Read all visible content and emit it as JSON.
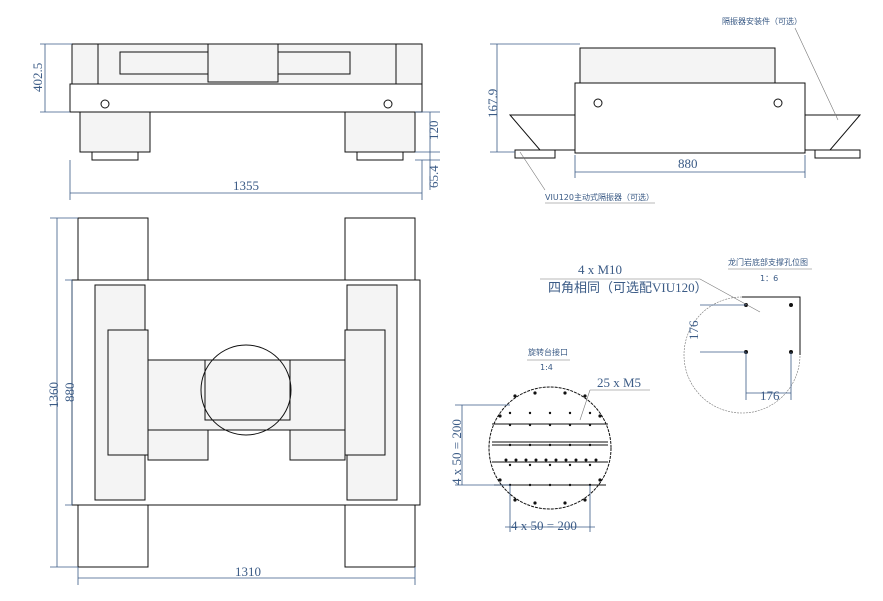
{
  "front_view": {
    "dim_height": "402.5",
    "dim_isolator_height": "120",
    "dim_foot_height": "65.4",
    "dim_width": "1355"
  },
  "side_view": {
    "dim_height": "167.9",
    "dim_width": "880",
    "note_adapter": "隔振器安装件（可选）",
    "note_isolator": "VIU120主动式隔振器（可选）"
  },
  "top_view": {
    "dim_depth_outer": "1360",
    "dim_depth_inner": "880",
    "dim_width": "1310"
  },
  "support_detail": {
    "title": "龙门岩底部支撑孔位图",
    "scale": "1：6",
    "hole_callout": "4 x M10",
    "hole_note": "四角相同（可选配VIU120）",
    "dim_vertical": "176",
    "dim_horizontal": "176"
  },
  "rotary_detail": {
    "title": "旋转台接口",
    "scale": "1:4",
    "hole_callout": "25 x M5",
    "dim_vertical": "4 x 50 = 200",
    "dim_horizontal": "4 x 50 = 200"
  }
}
